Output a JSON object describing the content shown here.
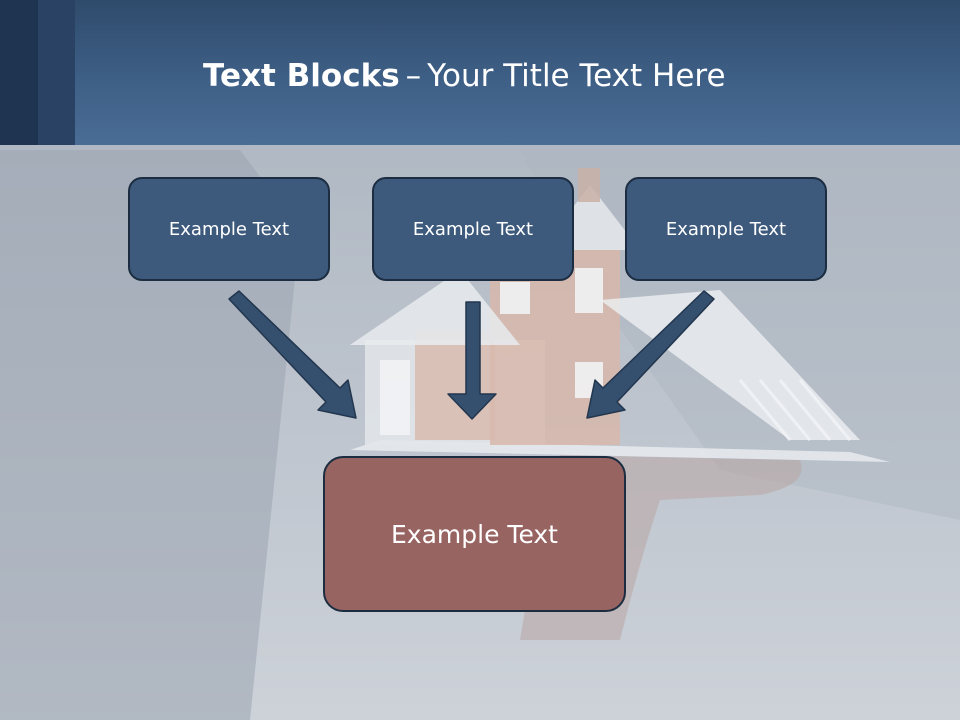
{
  "slide": {
    "title_bold": "Text Blocks",
    "title_dash": "–",
    "title_rest": "Your Title Text Here"
  },
  "top_blocks": [
    {
      "label": "Example Text"
    },
    {
      "label": "Example Text"
    },
    {
      "label": "Example Text"
    }
  ],
  "bottom_block": {
    "label": "Example Text"
  },
  "colors": {
    "header": "#3e5f86",
    "top_block_fill": "#3d5a7d",
    "bottom_block_fill": "#976462",
    "arrow": "#35506f",
    "background": "#c9ced6"
  },
  "background_image": "model-house-on-hand"
}
